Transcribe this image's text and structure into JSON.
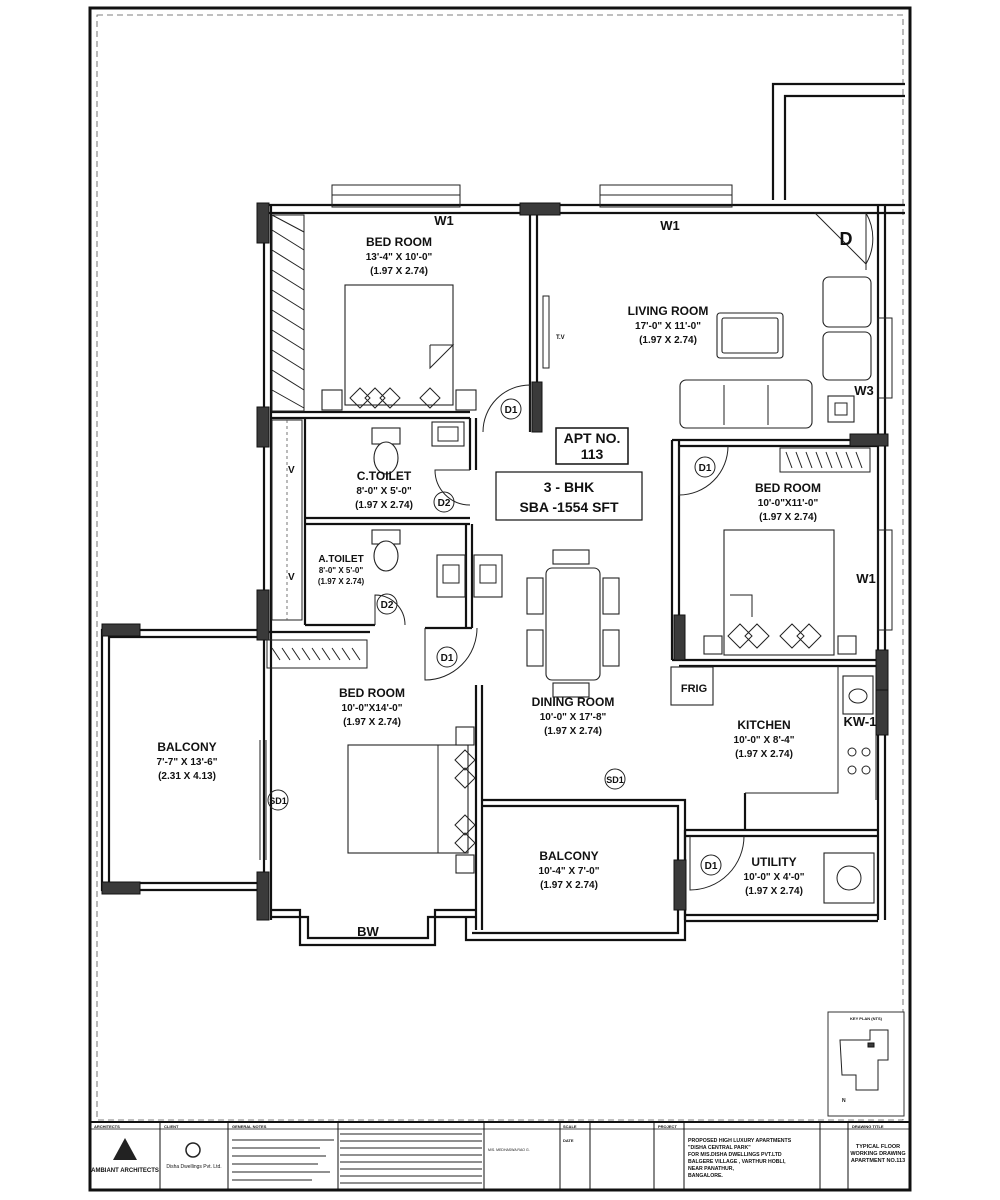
{
  "rooms": {
    "bed1": {
      "name": "BED ROOM",
      "dim": "13'-4\" X 10'-0\"",
      "metric": "(1.97 X 2.74)"
    },
    "living": {
      "name": "LIVING ROOM",
      "dim": "17'-0\" X 11'-0\"",
      "metric": "(1.97 X 2.74)"
    },
    "ctoilet": {
      "name": "C.TOILET",
      "dim": "8'-0\" X 5'-0\"",
      "metric": "(1.97 X 2.74)"
    },
    "atoilet": {
      "name": "A.TOILET",
      "dim": "8'-0\" X 5'-0\"",
      "metric": "(1.97 X 2.74)"
    },
    "bed2": {
      "name": "BED ROOM",
      "dim": "10'-0\"X11'-0\"",
      "metric": "(1.97 X 2.74)"
    },
    "bed3": {
      "name": "BED ROOM",
      "dim": "10'-0\"X14'-0\"",
      "metric": "(1.97 X 2.74)"
    },
    "dining": {
      "name": "DINING ROOM",
      "dim": "10'-0\" X 17'-8\"",
      "metric": "(1.97 X 2.74)"
    },
    "kitchen": {
      "name": "KITCHEN",
      "dim": "10'-0\" X 8'-4\"",
      "metric": "(1.97 X 2.74)"
    },
    "balcony_w": {
      "name": "BALCONY",
      "dim": "7'-7\" X 13'-6\"",
      "metric": "(2.31 X 4.13)"
    },
    "balcony_s": {
      "name": "BALCONY",
      "dim": "10'-4\" X 7'-0\"",
      "metric": "(1.97 X 2.74)"
    },
    "utility": {
      "name": "UTILITY",
      "dim": "10'-0\" X 4'-0\"",
      "metric": "(1.97 X 2.74)"
    }
  },
  "apartment": {
    "apt_no_label": "APT NO.",
    "apt_no": "113",
    "type": "3 - BHK",
    "sba": "SBA -1554 SFT"
  },
  "tags": {
    "w1": "W1",
    "w3": "W3",
    "d": "D",
    "d1": "D1",
    "d2": "D2",
    "sd1": "SD1",
    "bw": "BW",
    "kw1": "KW-1",
    "frig": "FRIG",
    "tv": "T.V",
    "v": "V"
  },
  "key_plan": {
    "title": "KEY PLAN (NTS)",
    "north": "N"
  },
  "title_block": {
    "architects_label": "ARCHITECTS",
    "architect_name": "AMBIANT ARCHITECTS",
    "client_label": "CLIENT",
    "client_name": "Disha Dwellings Pvt. Ltd.",
    "general_notes_label": "GENERAL NOTES",
    "sign": "M/S. MEDHASWA RAO G.",
    "project_label": "PROJECT",
    "project_lines": [
      "PROPOSED HIGH LUXURY APARTMENTS",
      "\"DISHA CENTRAL PARK\"",
      "FOR M/S.DISHA DWELLINGS PVT.LTD",
      "BALGERE VILLAGE , VARTHUR HOBLI,",
      "NEAR PANATHUR,",
      "BANGALORE."
    ],
    "drawing_title_label": "DRAWING TITLE",
    "drawing_title_lines": [
      "TYPICAL FLOOR",
      "WORKING DRAWING",
      "APARTMENT NO.113"
    ],
    "scale_label": "SCALE",
    "date_label": "DATE"
  },
  "colors": {
    "ink": "#111111",
    "column": "#3a3a3a",
    "paper": "#ffffff"
  }
}
